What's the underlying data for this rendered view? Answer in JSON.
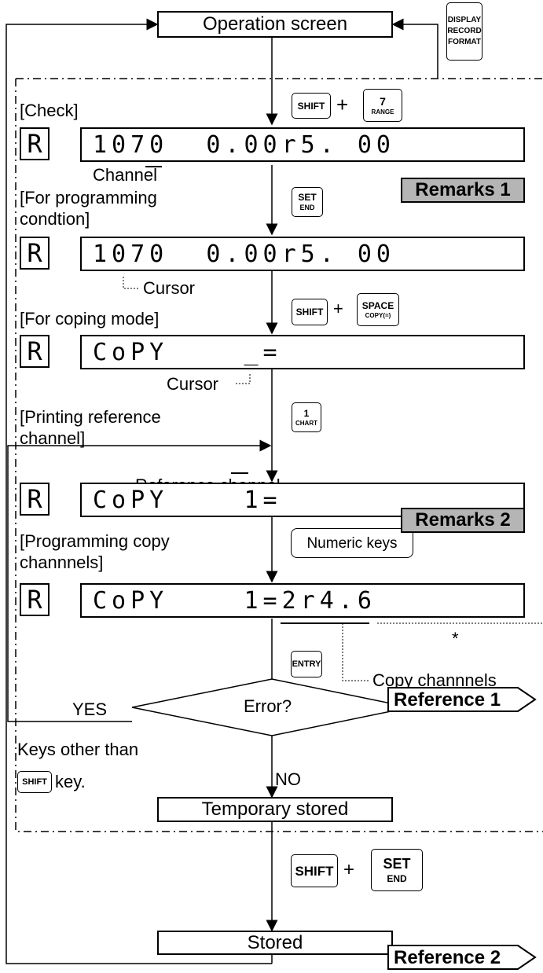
{
  "boxes": {
    "operation_screen": "Operation screen",
    "temporary_stored": "Temporary stored",
    "stored": "Stored"
  },
  "decision": {
    "question": "Error?",
    "yes": "YES",
    "no": "NO",
    "keys_other_line1": "Keys other than",
    "keys_other_suffix": "key."
  },
  "keys": {
    "display_record_format": [
      "DISPLAY",
      "RECORD",
      "FORMAT"
    ],
    "shift": "SHIFT",
    "seven_range_top": "7",
    "seven_range_bottom": "RANGE",
    "set_end_top": "SET",
    "set_end_bottom": "END",
    "space_copy_top": "SPACE",
    "space_copy_bottom": "COPY(=)",
    "one_chart_top": "1",
    "one_chart_bottom": "CHART",
    "numeric_keys": "Numeric keys",
    "entry": "ENTRY",
    "plus": "+"
  },
  "sections": {
    "check": "[Check]",
    "for_programming_1": "[For programming",
    "for_programming_2": "condtion]",
    "for_copying": "[For coping mode]",
    "printing_ref_1": "[Printing reference",
    "printing_ref_2": "channel]",
    "programming_copy_1": "[Programming copy",
    "programming_copy_2": "channnels]"
  },
  "annotations": {
    "channel": "Channel",
    "cursor_1": "Cursor",
    "cursor_2": "Cursor",
    "reference_channel": "Reference channel",
    "copy_channels": "Copy channnels",
    "asterisk": "*"
  },
  "displays": {
    "mode_char": "R",
    "d1": "1070  0.00r5. 00",
    "d2": "1070  0.00r5. 00",
    "d3": "CoPY    _=",
    "d4": "CoPY    1=",
    "d5": "CoPY    1=2r4.6"
  },
  "badges": {
    "remarks1": "Remarks 1",
    "remarks2": "Remarks 2",
    "reference1": "Reference 1",
    "reference2": "Reference 2"
  }
}
